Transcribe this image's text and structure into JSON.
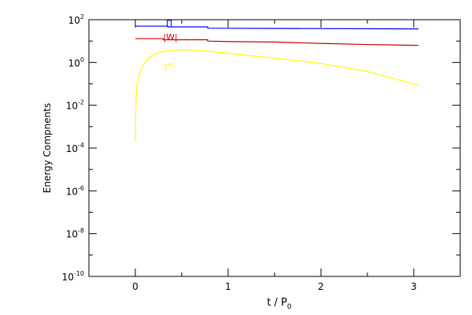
{
  "chart_data": {
    "type": "line",
    "xlabel": "t / P",
    "xlabel_subscript": "0",
    "ylabel": "Energy Compnents",
    "y_scale": "log",
    "xlim": [
      -0.5,
      3.5
    ],
    "ylim_log10": [
      -10,
      2
    ],
    "x_ticks": [
      {
        "v": 0,
        "label": "0"
      },
      {
        "v": 1,
        "label": "1"
      },
      {
        "v": 2,
        "label": "2"
      },
      {
        "v": 3,
        "label": "3"
      }
    ],
    "y_ticks": [
      {
        "e": 2,
        "base": "10",
        "exp": "2"
      },
      {
        "e": 0,
        "base": "10",
        "exp": "0"
      },
      {
        "e": -2,
        "base": "10",
        "exp": "-2"
      },
      {
        "e": -4,
        "base": "10",
        "exp": "-4"
      },
      {
        "e": -6,
        "base": "10",
        "exp": "-6"
      },
      {
        "e": -8,
        "base": "10",
        "exp": "-8"
      },
      {
        "e": -10,
        "base": "10",
        "exp": "-10"
      }
    ],
    "grid": false,
    "series": [
      {
        "name": "Π",
        "color": "#0000ff",
        "points": [
          [
            0.0,
            50.0
          ],
          [
            0.35,
            50.0
          ],
          [
            0.35,
            46.0
          ],
          [
            0.78,
            46.0
          ],
          [
            0.78,
            40.0
          ],
          [
            3.05,
            37.0
          ]
        ]
      },
      {
        "name": "|W|",
        "color": "#cc0000",
        "points": [
          [
            0.0,
            13.0
          ],
          [
            0.3,
            13.0
          ],
          [
            0.3,
            11.5
          ],
          [
            0.78,
            11.5
          ],
          [
            0.78,
            10.0
          ],
          [
            1.0,
            9.5
          ],
          [
            1.5,
            9.0
          ],
          [
            2.0,
            7.8
          ],
          [
            2.5,
            6.9
          ],
          [
            3.05,
            6.3
          ]
        ]
      },
      {
        "name": "T",
        "name_superscript": "RL",
        "color": "#ffff00",
        "points": [
          [
            0.0,
            0.0002
          ],
          [
            0.005,
            0.006
          ],
          [
            0.01,
            0.03
          ],
          [
            0.02,
            0.1
          ],
          [
            0.05,
            0.35
          ],
          [
            0.1,
            0.95
          ],
          [
            0.15,
            1.7
          ],
          [
            0.2,
            2.4
          ],
          [
            0.3,
            3.3
          ],
          [
            0.4,
            3.8
          ],
          [
            0.5,
            3.9
          ],
          [
            0.6,
            3.8
          ],
          [
            0.8,
            3.3
          ],
          [
            1.0,
            2.7
          ],
          [
            1.5,
            1.6
          ],
          [
            2.0,
            0.9
          ],
          [
            2.5,
            0.38
          ],
          [
            3.05,
            0.085
          ]
        ]
      }
    ],
    "annotations": [
      {
        "text": "Π",
        "x": 0.33,
        "y": 48,
        "color": "#0000ff"
      },
      {
        "text": "|W|",
        "x": 0.3,
        "y": 11,
        "color": "#cc0000"
      },
      {
        "text": "T",
        "superscript": "RL",
        "x": 0.3,
        "y": 0.4,
        "color": "#ffff00"
      }
    ]
  }
}
